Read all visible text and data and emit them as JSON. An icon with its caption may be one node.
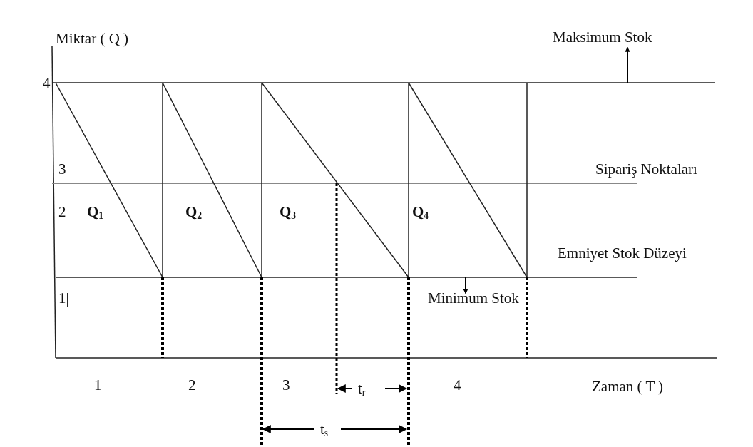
{
  "diagram": {
    "nodes": [
      {
        "text": [
          "Maksimum Stok"
        ]
      },
      {
        "text": [
          "Minimum Stok"
        ]
      }
    ],
    "edges": [
      {
        "from": null,
        "to": 0,
        "arrow": "to"
      },
      {
        "from": null,
        "to": 1,
        "arrow": "to"
      }
    ],
    "labels": [
      "Miktar ( Q )",
      "4",
      "3",
      "Sipariş Noktaları",
      "2",
      "Q$_{1}$",
      "Q$_{2}$",
      "Q$_{3}$",
      "Q$_{4}$",
      "Emniyet Stok Düzeyi",
      "1|",
      "1",
      "2",
      "3",
      "t$_{r}$",
      "4",
      "Zaman ( T )",
      "t$_{s}$"
    ]
  }
}
